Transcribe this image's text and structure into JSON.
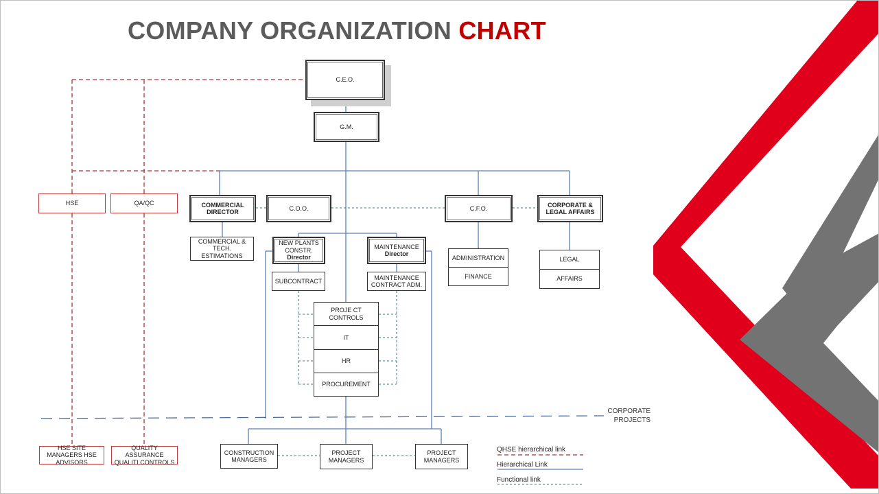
{
  "title": {
    "part1": "COMPANY ORGANIZATION ",
    "part2": "CHART"
  },
  "nodes": {
    "ceo": "C.E.O.",
    "gm": "G.M.",
    "hse": "HSE",
    "qaqc": "QA/QC",
    "commercial_director": "COMMERCIAL DIRECTOR",
    "coo": "C.O.O.",
    "cfo": "C.F.O.",
    "corporate_legal": "CORPORATE & LEGAL AFFAIRS",
    "commercial_estimations": "COMMERCIAL & TECH. ESTIMATIONS",
    "new_plants_line1": "NEW PLANTS",
    "new_plants_line2": "CONSTR.",
    "new_plants_line3": "Director",
    "maintenance_line1": "MAINTENANCE",
    "maintenance_line2": "Director",
    "subcontract": "SUBCONTRACT",
    "maintenance_contract": "MAINTENANCE CONTRACT ADM.",
    "administration": "ADMINISTRATION",
    "finance": "FINANCE",
    "legal": "LEGAL",
    "affairs": "AFFAIRS",
    "project_controls": "PROJE CT CONTROLS",
    "it": "IT",
    "hr": "HR",
    "procurement": "PROCUREMENT",
    "hse_site": "HSE SITE MANAGERS HSE ADVISORS",
    "quality_assurance": "QUALITY ASSURANCE QUALITI CONTROLS",
    "construction_managers": "CONSTRUCTION MANAGERS",
    "project_managers_1": "PROJECT MANAGERS",
    "project_managers_2": "PROJECT MANAGERS"
  },
  "corporate_line": {
    "line1": "CORPORATE",
    "line2": "PROJECTS"
  },
  "legend": {
    "qhse": "QHSE hierarchical link",
    "hierarchical": "Hierarchical Link",
    "functional": "Functional link"
  },
  "colors": {
    "hierarchical": "#5b7fb5",
    "qhse": "#a83232",
    "functional": "#3a7d7d",
    "accent_red": "#e0001b",
    "accent_gray": "#707070"
  }
}
